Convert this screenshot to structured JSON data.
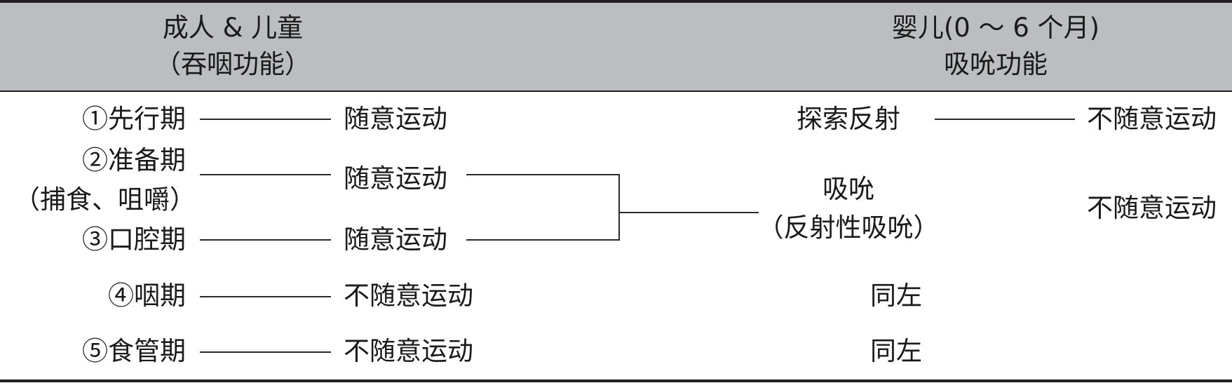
{
  "header": {
    "adult_title": "成人 & 儿童",
    "adult_sub": "（吞咽功能）",
    "infant_title": "婴儿(0 ～ 6 个月)",
    "infant_sub": "吸吮功能"
  },
  "adult_phases": {
    "p1": "①先行期",
    "p2": "②准备期",
    "p2_sub": "（捕食、咀嚼）",
    "p3": "③口腔期",
    "p4": "④咽期",
    "p5": "⑤食管期"
  },
  "adult_types": {
    "t1": "随意运动",
    "t2": "随意运动",
    "t3": "随意运动",
    "t4": "不随意运动",
    "t5": "不随意运动"
  },
  "infant_phases": {
    "i1": "探索反射",
    "i23": "吸吮",
    "i23_sub": "（反射性吸吮）",
    "i4": "同左",
    "i5": "同左"
  },
  "infant_types": {
    "t1": "不随意运动",
    "t23": "不随意运动"
  }
}
